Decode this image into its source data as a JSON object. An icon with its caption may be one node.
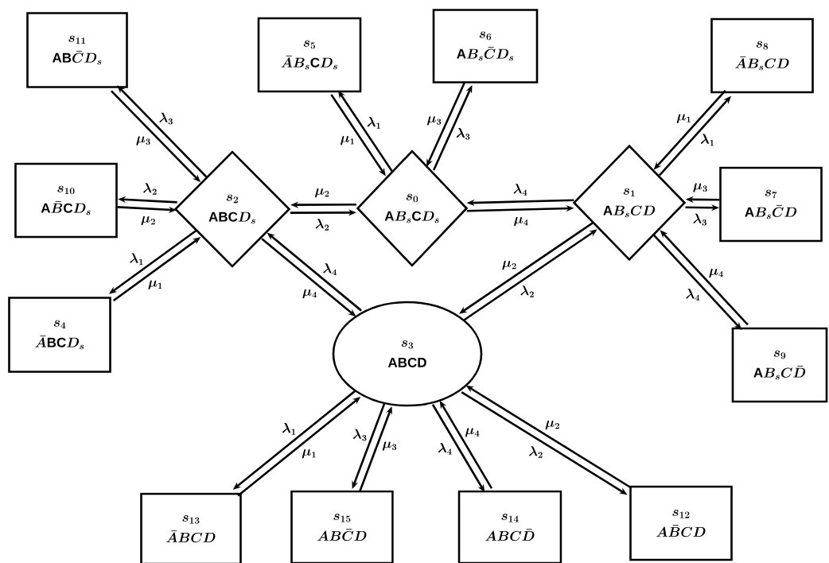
{
  "diagram": {
    "nodes": [
      {
        "text": [
          "s_{11}",
          "\\mathrm{AB}\\bar{C}D_s"
        ]
      },
      {
        "text": [
          "s_{5}",
          "\\bar{A}B_s\\mathrm{C}D_s"
        ]
      },
      {
        "text": [
          "s_{6}",
          "\\mathrm{A}B_s\\bar{C}D_s"
        ]
      },
      {
        "text": [
          "s_{8}",
          "\\bar{A}B_sCD"
        ]
      },
      {
        "text": [
          "s_{10}",
          "\\mathrm{A}\\bar{B}\\mathrm{C}D_s"
        ]
      },
      {
        "text": [
          "s_{2}",
          "\\mathrm{ABC}D_s"
        ]
      },
      {
        "text": [
          "s_{0}",
          "\\mathrm{A}B_s\\mathrm{C}D_s"
        ]
      },
      {
        "text": [
          "s_{1}",
          "\\mathrm{A}B_sCD"
        ]
      },
      {
        "text": [
          "s_{7}",
          "\\mathrm{A}B_s\\bar{C}D"
        ]
      },
      {
        "text": [
          "s_{4}",
          "\\bar{A}\\mathrm{BC}D_s"
        ]
      },
      {
        "text": [
          "s_{3}",
          "\\mathrm{ABCD}"
        ]
      },
      {
        "text": [
          "s_{9}",
          "\\mathrm{A}B_sC\\bar{D}"
        ]
      },
      {
        "text": [
          "s_{13}",
          "\\bar{A}BCD"
        ]
      },
      {
        "text": [
          "s_{15}",
          "AB\\bar{C}D"
        ]
      },
      {
        "text": [
          "s_{14}",
          "ABC\\bar{D}"
        ]
      },
      {
        "text": [
          "s_{12}",
          "A\\bar{B}CD"
        ]
      }
    ],
    "edges": [
      {
        "from": 0,
        "to": 5,
        "arrow": "to",
        "label": "\\mu_3"
      },
      {
        "from": 5,
        "to": 0,
        "arrow": "to",
        "label": "\\lambda_3"
      },
      {
        "from": 1,
        "to": 6,
        "arrow": "to",
        "label": "\\mu_1"
      },
      {
        "from": 6,
        "to": 1,
        "arrow": "to",
        "label": "\\lambda_1"
      },
      {
        "from": 6,
        "to": 2,
        "arrow": "to",
        "label": "\\lambda_3"
      },
      {
        "from": 2,
        "to": 6,
        "arrow": "to",
        "label": "\\mu_3"
      },
      {
        "from": 7,
        "to": 3,
        "arrow": "to",
        "label": "\\lambda_1"
      },
      {
        "from": 3,
        "to": 7,
        "arrow": "to",
        "label": "\\mu_1"
      },
      {
        "from": 4,
        "to": 5,
        "arrow": "to",
        "label": "\\mu_2"
      },
      {
        "from": 5,
        "to": 4,
        "arrow": "to",
        "label": "\\lambda_2"
      },
      {
        "from": 5,
        "to": 6,
        "arrow": "to",
        "label": "\\lambda_2"
      },
      {
        "from": 6,
        "to": 5,
        "arrow": "to",
        "label": "\\mu_2"
      },
      {
        "from": 6,
        "to": 7,
        "arrow": "to",
        "label": "\\mu_4"
      },
      {
        "from": 7,
        "to": 6,
        "arrow": "to",
        "label": "\\lambda_4"
      },
      {
        "from": 7,
        "to": 8,
        "arrow": "to",
        "label": "\\lambda_3"
      },
      {
        "from": 8,
        "to": 7,
        "arrow": "to",
        "label": "\\mu_3"
      },
      {
        "from": 9,
        "to": 5,
        "arrow": "to",
        "label": "\\mu_1"
      },
      {
        "from": 5,
        "to": 9,
        "arrow": "to",
        "label": "\\lambda_1"
      },
      {
        "from": 5,
        "to": 10,
        "arrow": "to",
        "label": "\\mu_4"
      },
      {
        "from": 10,
        "to": 5,
        "arrow": "to",
        "label": "\\lambda_4"
      },
      {
        "from": 10,
        "to": 7,
        "arrow": "to",
        "label": "\\lambda_2"
      },
      {
        "from": 7,
        "to": 10,
        "arrow": "to",
        "label": "\\mu_2"
      },
      {
        "from": 7,
        "to": 11,
        "arrow": "to",
        "label": "\\lambda_4"
      },
      {
        "from": 11,
        "to": 7,
        "arrow": "to",
        "label": "\\mu_4"
      },
      {
        "from": 12,
        "to": 10,
        "arrow": "to",
        "label": "\\mu_1"
      },
      {
        "from": 10,
        "to": 12,
        "arrow": "to",
        "label": "\\lambda_1"
      },
      {
        "from": 10,
        "to": 13,
        "arrow": "to",
        "label": "\\lambda_3"
      },
      {
        "from": 13,
        "to": 10,
        "arrow": "to",
        "label": "\\mu_3"
      },
      {
        "from": 14,
        "to": 10,
        "arrow": "to",
        "label": "\\mu_4"
      },
      {
        "from": 10,
        "to": 14,
        "arrow": "to",
        "label": "\\lambda_4"
      },
      {
        "from": 10,
        "to": 15,
        "arrow": "to",
        "label": "\\lambda_2"
      },
      {
        "from": 15,
        "to": 10,
        "arrow": "to",
        "label": "\\mu_2"
      }
    ]
  }
}
